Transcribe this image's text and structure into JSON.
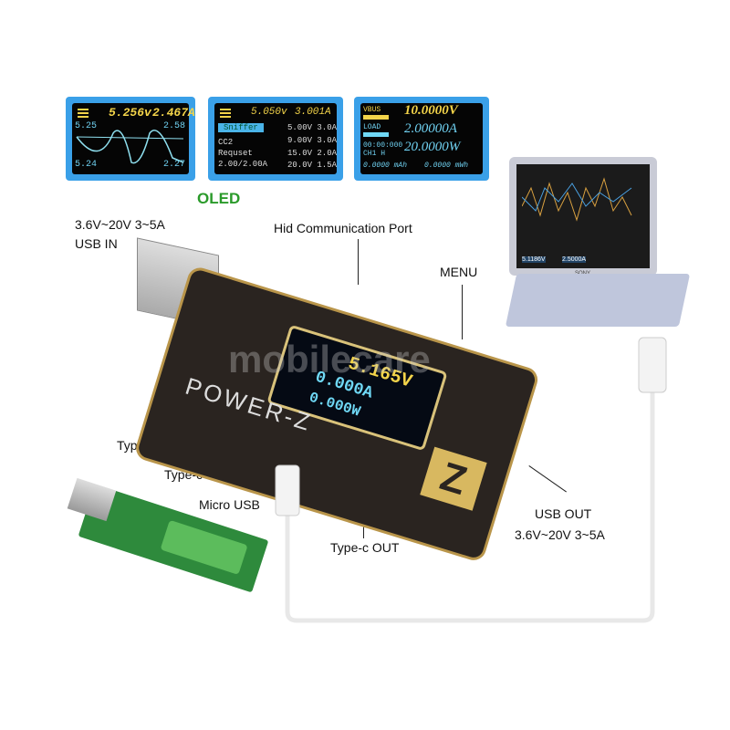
{
  "oled_panels": [
    {
      "voltage": "5.256v",
      "current": "2.467A",
      "y_top": "5.25",
      "y_bottom": "5.24",
      "a_top": "2.58",
      "a_bottom": "2.27",
      "unit": "A"
    },
    {
      "voltage": "5.050v",
      "current": "3.001A",
      "mode": "Sniffer",
      "rows_left": [
        "CC2",
        "Requset",
        "2.00/2.00A"
      ],
      "rows_right": [
        "5.00V 3.0A",
        "9.00V 3.0A",
        "15.0V 2.0A",
        "20.0V 1.5A"
      ]
    },
    {
      "vbus_label": "VBUS",
      "load_label": "LOAD",
      "time": "00:00:000",
      "channel": "CH1 H",
      "voltage": "10.0000V",
      "current": "2.00000A",
      "power": "20.0000W",
      "mah": "0.0000 mAh",
      "mwh": "0.0000 mWh"
    }
  ],
  "labels": {
    "oled": "OLED",
    "usb_in_spec": "3.6V~20V 3~5A",
    "usb_in": "USB IN",
    "hid": "Hid Communication Port",
    "menu": "MENU",
    "type_c": "Type-C",
    "type_c_in": "Type-c IN",
    "micro_usb": "Micro USB",
    "type_c_out": "Type-c OUT",
    "usb_out": "USB OUT",
    "usb_out_spec": "3.6V~20V 3~5A"
  },
  "device": {
    "brand": "POWER-Z",
    "logo": "Z",
    "screen_v": "5.165V",
    "screen_a": "0.000A",
    "screen_w": "0.000W"
  },
  "laptop": {
    "brand": "SONY",
    "readout_v": "5.1186V",
    "readout_a": "2.5000A"
  },
  "watermark": "mobilecare"
}
